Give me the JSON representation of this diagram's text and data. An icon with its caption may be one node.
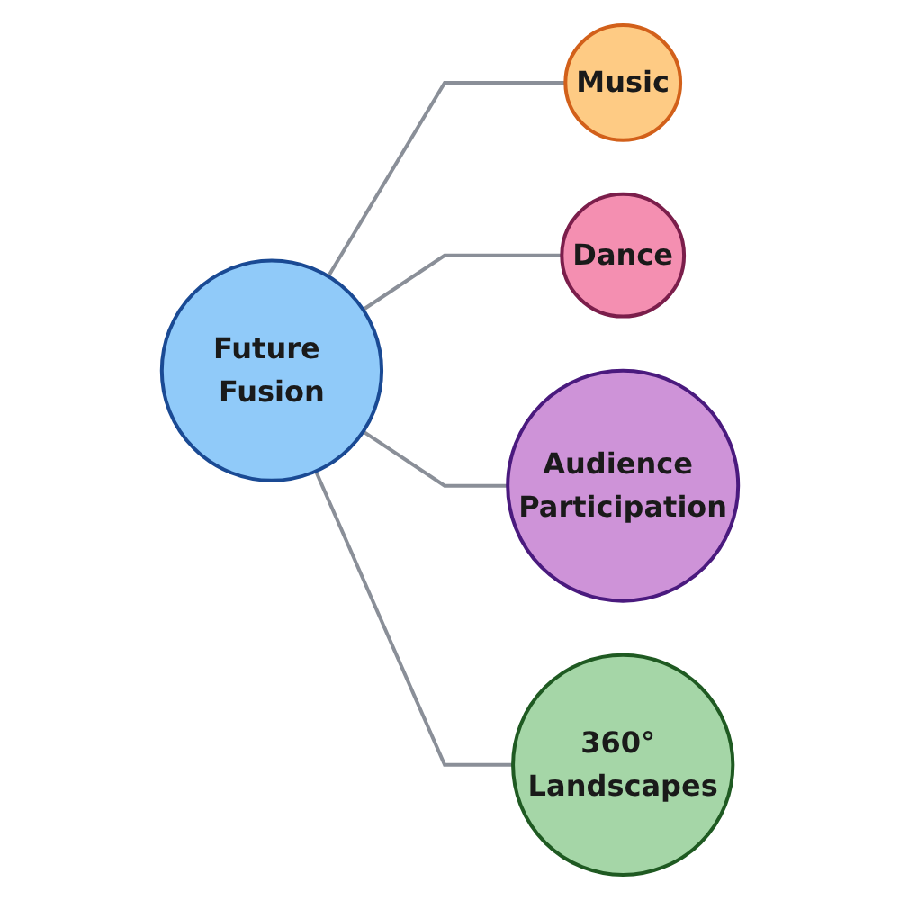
{
  "diagram": {
    "nodes": [
      {
        "text": [
          "Music"
        ]
      },
      {
        "text": [
          "Dance"
        ]
      },
      {
        "text": [
          "Future Fusion"
        ]
      },
      {
        "text": [
          "Audience Participation"
        ]
      },
      {
        "text": [
          "360° Landscapes"
        ]
      }
    ],
    "edges": [
      {
        "from": 2,
        "to": 0,
        "arrow": "none"
      },
      {
        "from": 2,
        "to": 1,
        "arrow": "none"
      },
      {
        "from": 2,
        "to": 3,
        "arrow": "none"
      },
      {
        "from": 2,
        "to": 4,
        "arrow": "none"
      }
    ]
  }
}
